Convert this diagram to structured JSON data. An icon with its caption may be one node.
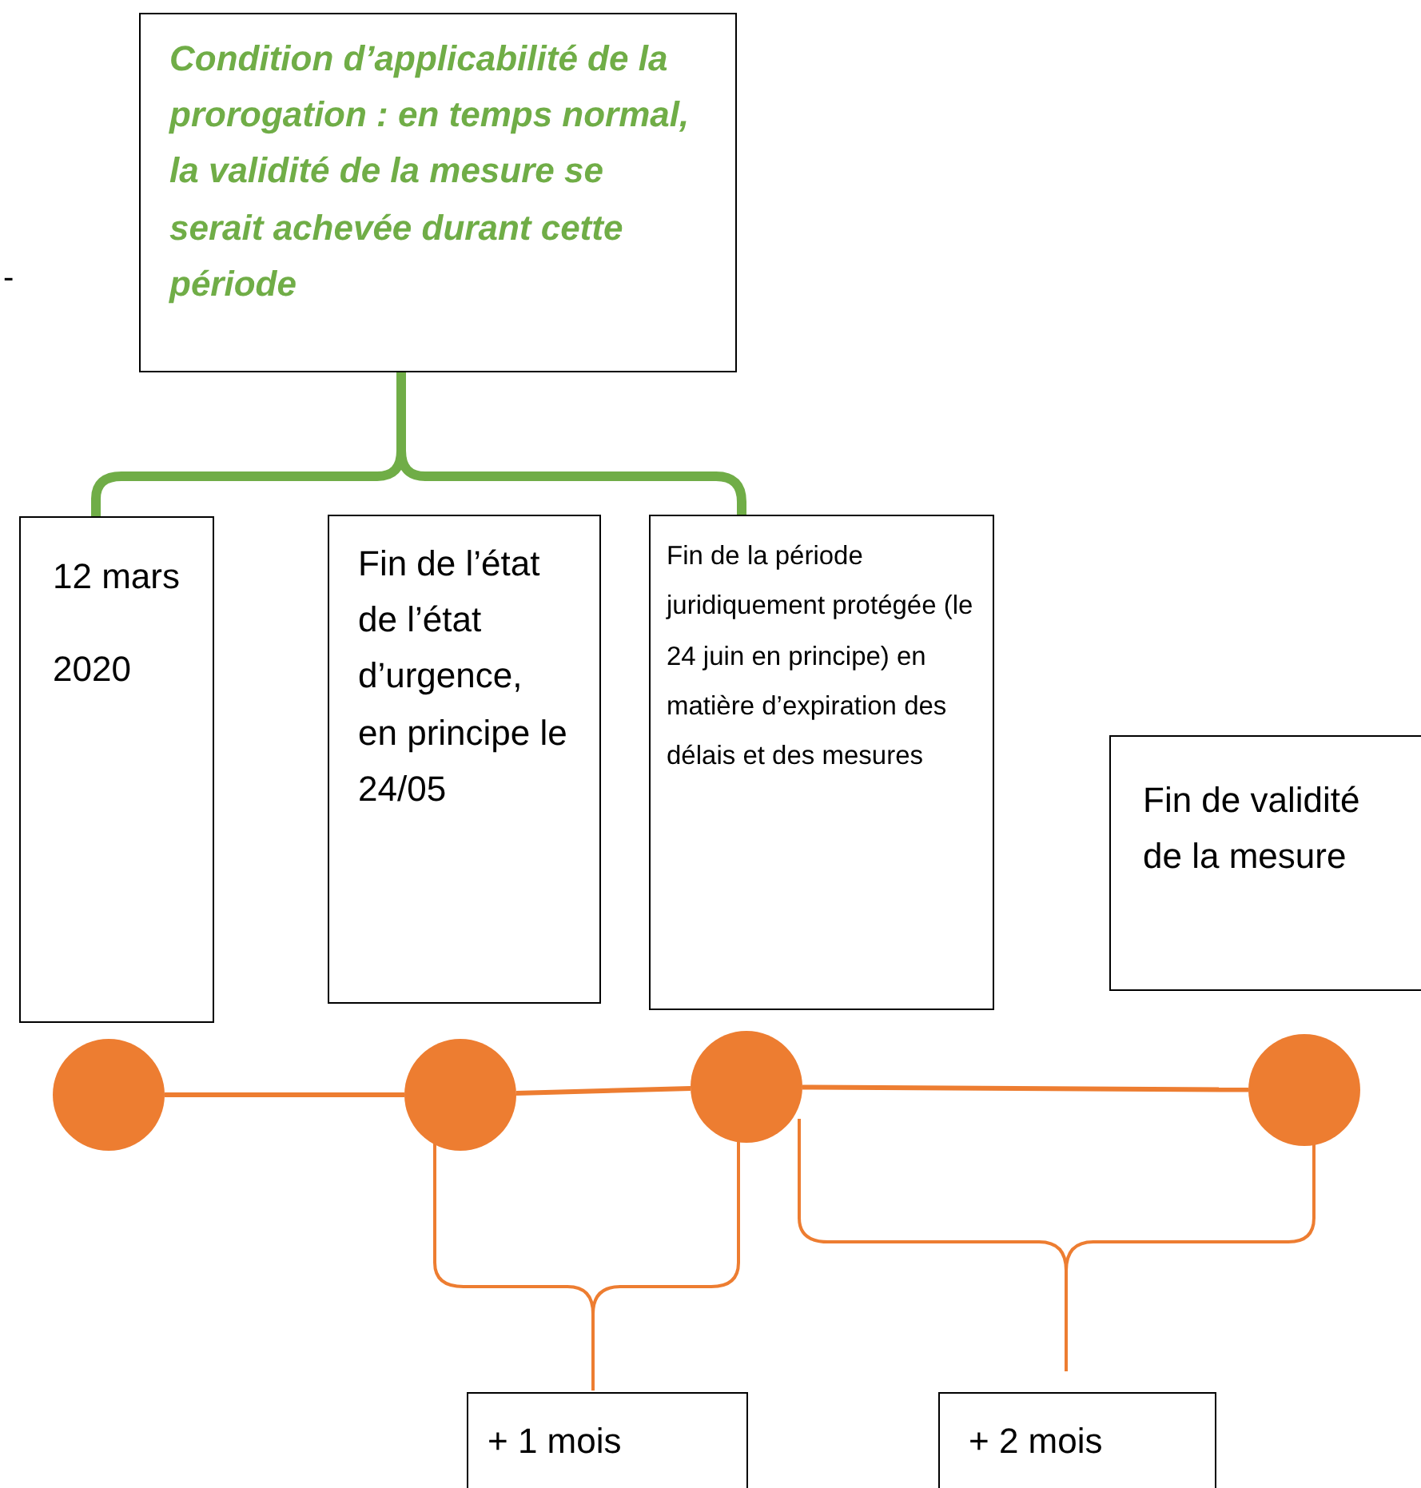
{
  "diagram": {
    "nodes": [
      {
        "text": [
          "Condition d’applicabilité de la prorogation : en temps normal, la validité de la mesure se serait achevée durant cette période"
        ]
      },
      {
        "text": [
          "12 mars 2020"
        ]
      },
      {
        "text": [
          "Fin de l’état de l’état d’urgence, en principe le 24/05"
        ]
      },
      {
        "text": [
          "Fin de la période juridiquement protégée (le 24 juin en principe) en matière d’expiration des délais et des mesures"
        ]
      },
      {
        "text": [
          "Fin de validité de la mesure"
        ]
      },
      {
        "text": [],
        "shape": "circle"
      },
      {
        "text": [],
        "shape": "circle"
      },
      {
        "text": [],
        "shape": "circle"
      },
      {
        "text": [],
        "shape": "circle"
      },
      {
        "text": [
          "+ 1 mois"
        ]
      },
      {
        "text": [
          "+ 2 mois"
        ]
      }
    ],
    "edges": [
      {
        "from": 5,
        "to": 6,
        "arrow": "none"
      },
      {
        "from": 6,
        "to": 7,
        "arrow": "none"
      },
      {
        "from": 7,
        "to": 8,
        "arrow": "none"
      }
    ],
    "labels": [
      "-"
    ]
  }
}
